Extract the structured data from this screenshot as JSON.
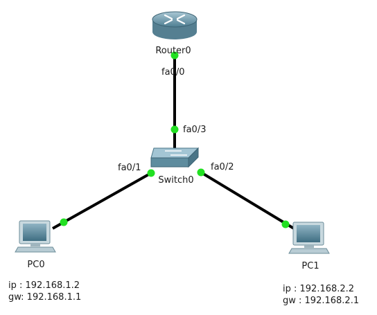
{
  "devices": {
    "router": {
      "name": "Router0",
      "icon": "router-icon"
    },
    "switch": {
      "name": "Switch0",
      "icon": "switch-icon"
    },
    "pc0": {
      "name": "PC0",
      "icon": "pc-icon",
      "ip": "ip : 192.168.1.2",
      "gw": "gw: 192.168.1.1"
    },
    "pc1": {
      "name": "PC1",
      "icon": "pc-icon",
      "ip": "ip : 192.168.2.2",
      "gw": "gw : 192.168.2.1"
    }
  },
  "links": {
    "router_switch": {
      "router_port": "fa0/0",
      "switch_port": "fa0/3"
    },
    "switch_pc0": {
      "switch_port": "fa0/1"
    },
    "switch_pc1": {
      "switch_port": "fa0/2"
    }
  },
  "colors": {
    "link": "#000000",
    "link_up": "#22e022"
  }
}
